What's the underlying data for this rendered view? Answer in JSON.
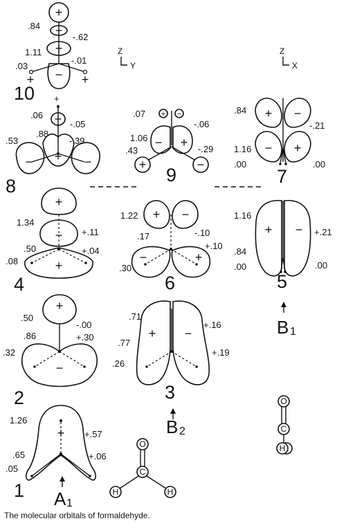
{
  "caption": "The molecular orbitals of formaldehyde.",
  "axes": {
    "left": {
      "z": "Z",
      "h": "Y"
    },
    "right": {
      "z": "Z",
      "h": "X"
    }
  },
  "symmetry_labels": {
    "a1": "A",
    "a1_sub": "1",
    "b2": "B",
    "b2_sub": "2",
    "b1": "B",
    "b1_sub": "1"
  },
  "orbitals": {
    "mo10": {
      "index": "10",
      "coeffs": [
        ".84",
        "-.62",
        "1.11",
        "-.01",
        ".03"
      ]
    },
    "mo9": {
      "index": "9",
      "coeffs": [
        ".07",
        "-.06",
        "1.06",
        ".43",
        "-.29"
      ]
    },
    "mo8": {
      "index": "8",
      "coeffs": [
        ".06",
        "-.05",
        ".88",
        "-.39",
        ".53"
      ]
    },
    "mo7": {
      "index": "7",
      "coeffs": [
        ".84",
        "-.21",
        "1.16",
        ".00",
        ".00"
      ]
    },
    "mo6": {
      "index": "6",
      "coeffs": [
        "1.22",
        ".17",
        "-.10",
        "+.10",
        ".30"
      ]
    },
    "mo5": {
      "index": "5",
      "coeffs": [
        "1.16",
        "+.21",
        ".84",
        ".00",
        ".00"
      ]
    },
    "mo4": {
      "index": "4",
      "coeffs": [
        "1.34",
        "+.11",
        ".50",
        "+.04",
        ".08"
      ]
    },
    "mo3": {
      "index": "3",
      "coeffs": [
        ".71",
        "+.16",
        ".77",
        "+.19",
        ".26"
      ]
    },
    "mo2": {
      "index": "2",
      "coeffs": [
        ".50",
        "-.00",
        ".86",
        "+.30",
        ".32"
      ]
    },
    "mo1": {
      "index": "1",
      "coeffs": [
        "1.26",
        "+.57",
        ".65",
        "+.06",
        ".05"
      ]
    }
  },
  "molecules": {
    "planar": {
      "o": "O",
      "c": "C",
      "h1": "H",
      "h2": "H"
    },
    "edge": {
      "o": "O",
      "c": "C",
      "h": "H"
    }
  },
  "sign": {
    "plus": "+",
    "minus": "−"
  }
}
